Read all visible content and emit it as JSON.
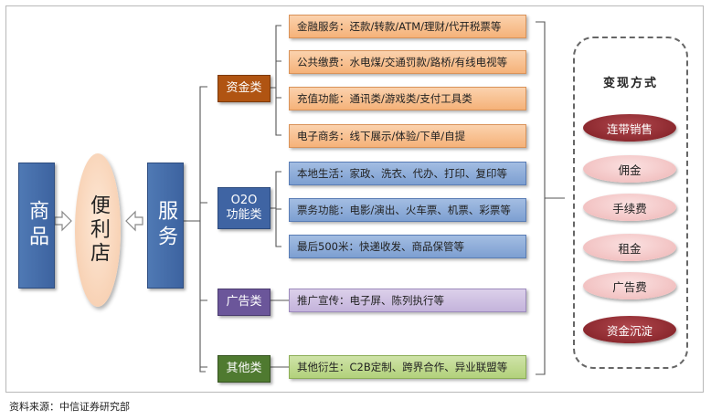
{
  "left": {
    "goods": "商品",
    "store": "便利店",
    "service": "服务"
  },
  "categories": [
    {
      "label": "资金类"
    },
    {
      "label_line1": "O2O",
      "label_line2": "功能类"
    },
    {
      "label": "广告类"
    },
    {
      "label": "其他类"
    }
  ],
  "items": {
    "finance": [
      "金融服务：还款/转款/ATM/理财/代开税票等",
      "公共缴费：水电煤/交通罚款/路桥/有线电视等",
      "充值功能：通讯类/游戏类/支付工具类",
      "电子商务：线下展示/体验/下单/自提"
    ],
    "o2o": [
      "本地生活：家政、洗衣、代办、打印、复印等",
      "票务功能：电影/演出、火车票、机票、彩票等",
      "最后500米：快递收发、商品保管等"
    ],
    "ad": [
      "推广宣传：电子屏、陈列执行等"
    ],
    "other": [
      "其他衍生：C2B定制、跨界合作、异业联盟等"
    ]
  },
  "methods": {
    "title": "变现方式",
    "items": [
      "连带销售",
      "佣金",
      "手续费",
      "租金",
      "广告费",
      "资金沉淀"
    ]
  },
  "colors": {
    "finance": "#b05412",
    "o2o": "#3f64a3",
    "ad": "#6b569a",
    "other": "#4f7a30",
    "method_dark": "#7d1c22",
    "method_light": "#eeb5b5"
  },
  "source": "资料来源：中信证券研究部"
}
